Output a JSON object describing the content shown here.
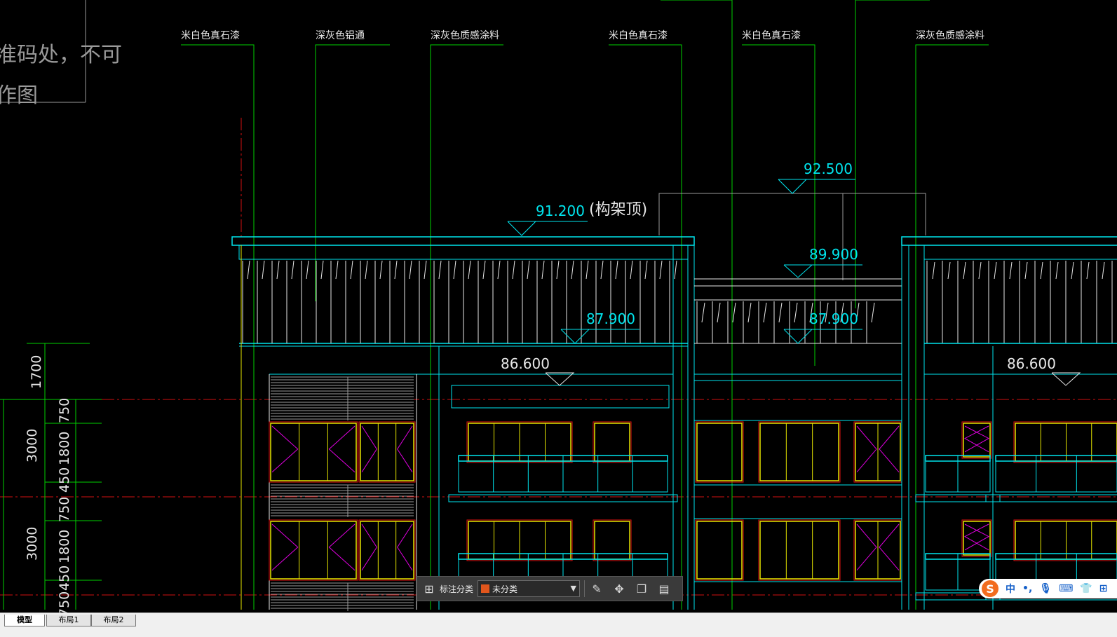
{
  "drawing": {
    "material_callouts": [
      "米白色真石漆",
      "深灰色铝通",
      "深灰色质感涂料",
      "米白色真石漆",
      "米白色真石漆",
      "深灰色质感涂料"
    ],
    "note_fragment": [
      "准码处，不可",
      "作图"
    ],
    "elevations": [
      "91.200",
      "92.500",
      "89.900",
      "87.900",
      "87.900",
      "86.600",
      "86.600"
    ],
    "elevation_note": "(构架顶)",
    "dimensions_outer": [
      "1700",
      "3000",
      "3000"
    ],
    "dimensions_inner": [
      "750",
      "1800",
      "450",
      "750",
      "1800",
      "450",
      "750"
    ]
  },
  "annotation_toolbar": {
    "label": "标注分类",
    "category_value": "未分类",
    "category_color": "#e2561c"
  },
  "ime_bar": {
    "logo": "S",
    "items": [
      "中",
      "•,",
      "mic-icon",
      "keyboard-icon",
      "shirt-icon",
      "grid-icon"
    ]
  },
  "layout_tabs": [
    "模型",
    "布局1",
    "布局2"
  ],
  "colors": {
    "background": "#000000",
    "cyan": "#00e5ee",
    "green": "#00d000",
    "yellow": "#e6e600",
    "red": "#e01010",
    "magenta": "#e000e0",
    "white": "#e8e8e8"
  }
}
